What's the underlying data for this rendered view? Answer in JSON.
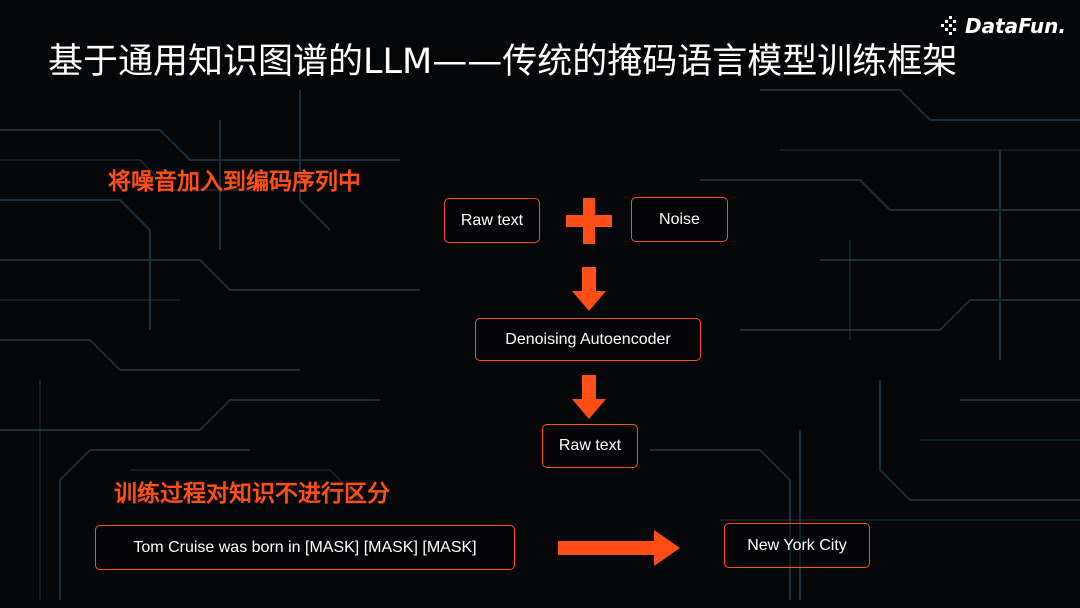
{
  "logo": {
    "text": "DataFun."
  },
  "title": "基于通用知识图谱的LLM——传统的掩码语言模型训练框架",
  "section1": {
    "heading": "将噪音加入到编码序列中",
    "input_box": "Raw text",
    "noise_box": "Noise",
    "encoder_box": "Denoising Autoencoder",
    "output_box": "Raw text"
  },
  "section2": {
    "heading": "训练过程对知识不进行区分",
    "masked_sentence": "Tom Cruise was born in [MASK] [MASK] [MASK]",
    "prediction": "New York City"
  },
  "colors": {
    "accent": "#ff4f14",
    "background": "#050608",
    "text": "#ffffff"
  }
}
